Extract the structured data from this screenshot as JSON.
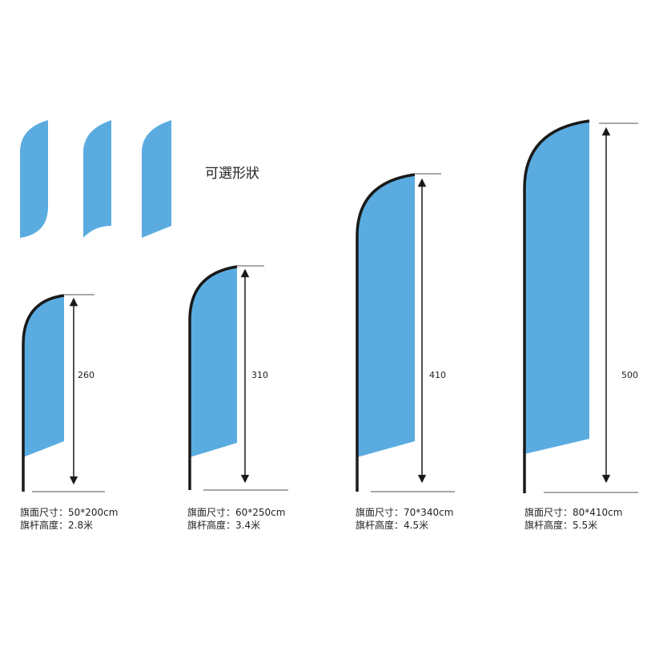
{
  "colors": {
    "flag_fill": "#5aace0",
    "pole": "#1a1a1a",
    "line": "#1a1a1a",
    "text": "#222222",
    "background": "#ffffff"
  },
  "shapes_title": "可選形狀",
  "flags": [
    {
      "height_label": "260",
      "spec_size": "旗面尺寸：50*200cm",
      "spec_pole": "旗杆高度：2.8米"
    },
    {
      "height_label": "310",
      "spec_size": "旗面尺寸：60*250cm",
      "spec_pole": "旗杆高度：3.4米"
    },
    {
      "height_label": "410",
      "spec_size": "旗面尺寸：70*340cm",
      "spec_pole": "旗杆高度：4.5米"
    },
    {
      "height_label": "500",
      "spec_size": "旗面尺寸：80*410cm",
      "spec_pole": "旗杆高度：5.5米"
    }
  ]
}
